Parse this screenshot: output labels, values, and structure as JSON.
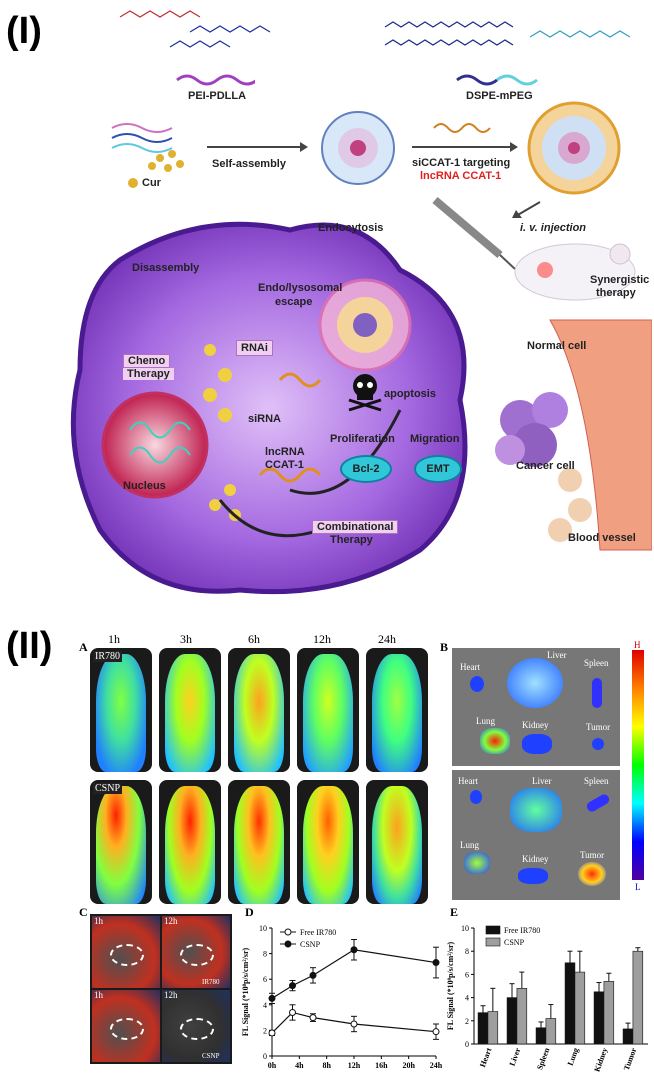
{
  "section1": {
    "label": "(I)",
    "polymer1": "PEI-PDLLA",
    "polymer2": "DSPE-mPEG",
    "cur": "Cur",
    "self_assembly": "Self-assembly",
    "sicat_line1": "siCCAT-1 targeting",
    "sicat_line2": "lncRNA CCAT-1",
    "injection": "i. v. injection",
    "synergistic1": "Synergistic",
    "synergistic2": "therapy",
    "endocytosis": "Endocytosis",
    "disassembly": "Disassembly",
    "escape1": "Endo/lysosomal",
    "escape2": "escape",
    "rnai": "RNAi",
    "chemo1": "Chemo",
    "chemo2": "Therapy",
    "sirna": "siRNA",
    "apoptosis": "apoptosis",
    "proliferation": "Proliferation",
    "migration": "Migration",
    "bcl2": "Bcl-2",
    "emt": "EMT",
    "lncrna1": "lncRNA",
    "lncrna2": "CCAT-1",
    "nucleus": "Nucleus",
    "combo1": "Combinational",
    "combo2": "Therapy",
    "normal_cell": "Normal cell",
    "cancer_cell": "Cancer cell",
    "blood_vessel": "Blood vessel"
  },
  "section2": {
    "label": "(II)",
    "panelA": "A",
    "panelB": "B",
    "panelC": "C",
    "panelD": "D",
    "panelE": "E",
    "times": [
      "1h",
      "3h",
      "6h",
      "12h",
      "24h"
    ],
    "row1_tag": "IR780",
    "row2_tag": "CSNP",
    "organs": [
      "Heart",
      "Liver",
      "Spleen",
      "Lung",
      "Kidney",
      "Tumor"
    ],
    "scale_high": "H",
    "scale_low": "L",
    "c_times": [
      "1h",
      "12h",
      "1h",
      "12h"
    ],
    "c_tags": [
      "IR780",
      "CSNP"
    ]
  },
  "chart_data": [
    {
      "type": "line",
      "x": [
        0,
        3,
        6,
        12,
        24
      ],
      "xticks": [
        "0h",
        "4h",
        "8h",
        "12h",
        "16h",
        "20h",
        "24h"
      ],
      "ylabel": "FL Signal (*10⁸p/s/cm²/sr)",
      "ylim": [
        0,
        10
      ],
      "yticks": [
        0,
        2,
        4,
        6,
        8,
        10
      ],
      "series": [
        {
          "name": "Free IR780",
          "values": [
            1.8,
            3.4,
            3.0,
            2.5,
            1.9
          ],
          "err": [
            0.2,
            0.6,
            0.3,
            0.6,
            0.6
          ]
        },
        {
          "name": "CSNP",
          "values": [
            4.5,
            5.5,
            6.3,
            8.3,
            7.3
          ],
          "err": [
            0.4,
            0.4,
            0.6,
            0.8,
            1.2
          ]
        }
      ],
      "legend": "top-left"
    },
    {
      "type": "bar",
      "categories": [
        "Heart",
        "Liver",
        "Spleen",
        "Lung",
        "Kidney",
        "Tumor"
      ],
      "ylabel": "FL Signal (*10⁹p/s/cm²/sr)",
      "ylim": [
        0,
        10
      ],
      "yticks": [
        0,
        2,
        4,
        6,
        8,
        10
      ],
      "series": [
        {
          "name": "Free IR780",
          "color": "#111111",
          "values": [
            2.7,
            4.0,
            1.4,
            7.0,
            4.5,
            1.3
          ],
          "err": [
            0.6,
            1.2,
            0.5,
            1.0,
            0.8,
            0.5
          ]
        },
        {
          "name": "CSNP",
          "color": "#9e9e9e",
          "values": [
            2.8,
            4.8,
            2.2,
            6.2,
            5.4,
            8.0
          ],
          "err": [
            2.0,
            1.4,
            1.2,
            1.8,
            0.7,
            0.3
          ]
        }
      ],
      "legend": "top-left"
    }
  ]
}
